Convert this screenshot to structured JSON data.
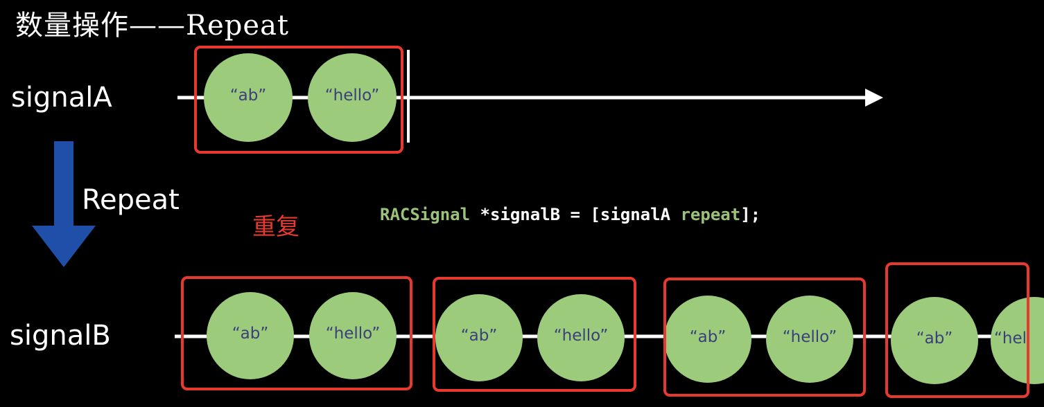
{
  "title": "数量操作——Repeat",
  "annotation": "重复",
  "operator_label": "Repeat",
  "code": {
    "type_name": "RACSignal",
    "mid1": " *signalB = [signalA ",
    "method": "repeat",
    "end": "];"
  },
  "colors": {
    "background": "#000000",
    "marble_fill": "#9ccb7b",
    "marble_text": "#3b3f7a",
    "highlight_box": "#e8392f",
    "operator_arrow": "#1f4fa8",
    "timeline": "#ffffff",
    "code_keyword": "#9bc27a"
  },
  "signalA": {
    "label": "signalA",
    "values": [
      "“ab”",
      "“hello”"
    ],
    "completed": true
  },
  "signalB": {
    "label": "signalB",
    "groups": [
      [
        "“ab”",
        "“hello”"
      ],
      [
        "“ab”",
        "“hello”"
      ],
      [
        "“ab”",
        "“hello”"
      ],
      [
        "“ab”",
        "“hel"
      ]
    ]
  }
}
